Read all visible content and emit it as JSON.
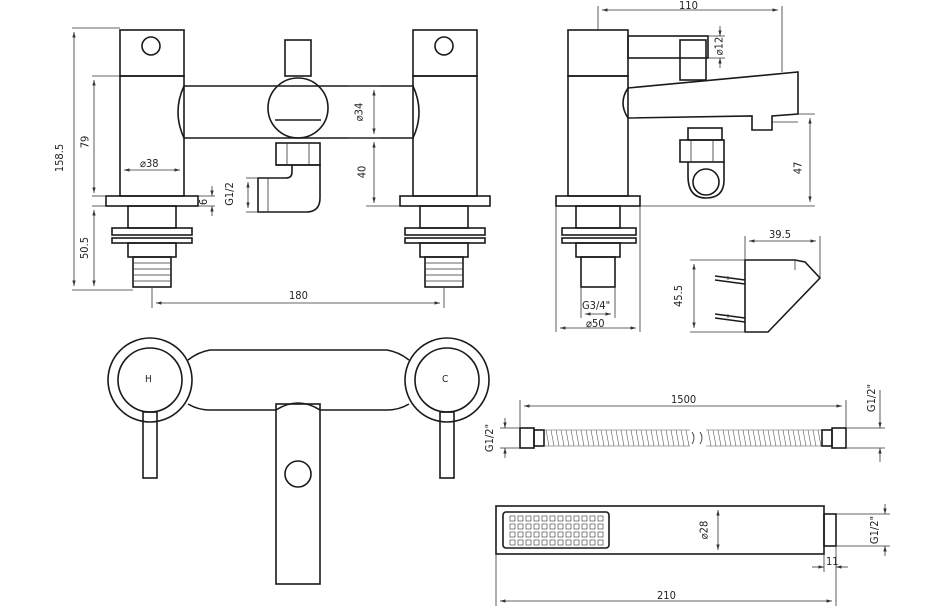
{
  "dimensions": {
    "overall_height": "158.5",
    "upper_height": "79",
    "lower_height": "50.5",
    "body_diameter": "⌀38",
    "plate_thickness": "6",
    "inlet_thread": "G1/2",
    "center_spacing": "180",
    "spout_diameter": "⌀34",
    "spout_height": "40",
    "side_depth": "110",
    "handle_diameter": "⌀12",
    "outlet_height": "47",
    "base_thread": "G3/4\"",
    "base_diameter": "⌀50",
    "holder_width": "39.5",
    "holder_height": "45.5",
    "hose_length": "1500",
    "hose_thread_left": "G1/2\"",
    "hose_thread_right": "G1/2\"",
    "handset_diameter": "⌀28",
    "handset_thread": "G1/2\"",
    "handset_connector": "11",
    "handset_length": "210"
  },
  "handles": {
    "hot": "H",
    "cold": "C"
  }
}
